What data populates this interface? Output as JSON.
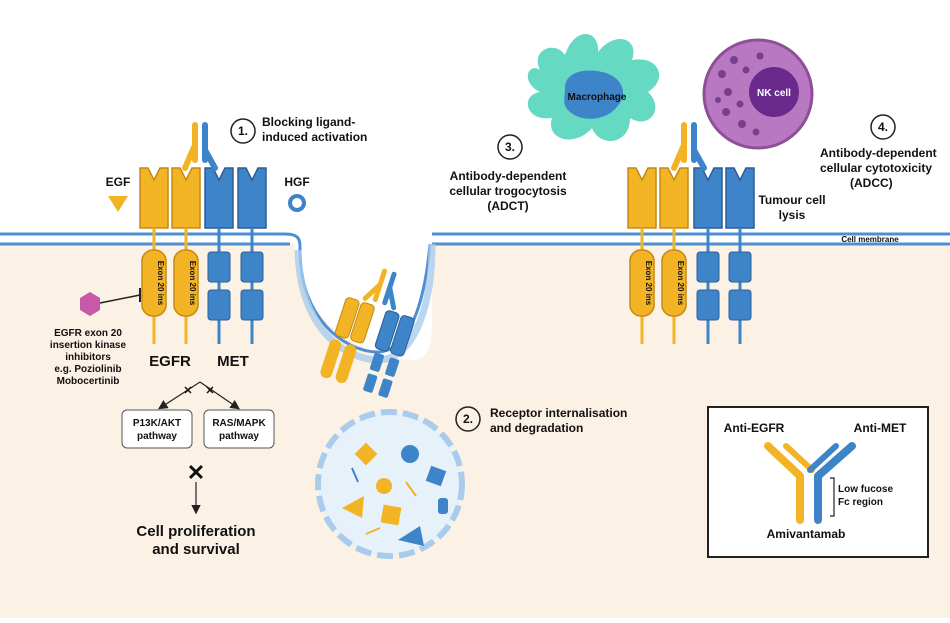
{
  "steps": {
    "s1": {
      "num": "1.",
      "line1": "Blocking ligand-",
      "line2": "induced activation"
    },
    "s2": {
      "num": "2.",
      "line1": "Receptor internalisation",
      "line2": "and degradation"
    },
    "s3": {
      "num": "3.",
      "line1": "Antibody-dependent",
      "line2": "cellular trogocytosis",
      "line3": "(ADCT)"
    },
    "s4": {
      "num": "4.",
      "line1": "Antibody-dependent",
      "line2": "cellular cytotoxicity",
      "line3": "(ADCC)"
    }
  },
  "ligands": {
    "egf": "EGF",
    "hgf": "HGF"
  },
  "membrane_label": "Cell membrane",
  "exon_label": "Exon 20 ins",
  "receptors": {
    "egfr": "EGFR",
    "met": "MET"
  },
  "inhibitor": {
    "line1": "EGFR exon 20",
    "line2": "insertion kinase",
    "line3": "inhibitors",
    "line4": "e.g. Poziolinib",
    "line5": "Mobocertinib"
  },
  "pathways": {
    "p1": {
      "line1": "P13K/AKT",
      "line2": "pathway"
    },
    "p2": {
      "line1": "RAS/MAPK",
      "line2": "pathway"
    }
  },
  "outcome": {
    "line1": "Cell proliferation",
    "line2": "and survival"
  },
  "cells": {
    "macrophage": "Macrophage",
    "nk": "NK cell"
  },
  "tumour": {
    "line1": "Tumour cell",
    "line2": "lysis"
  },
  "legend": {
    "anti_egfr": "Anti-EGFR",
    "anti_met": "Anti-MET",
    "fc_line1": "Low fucose",
    "fc_line2": "Fc region",
    "drug": "Amivantamab"
  },
  "colors": {
    "egfr": "#f2b325",
    "met": "#3e84c9",
    "membrane": "#4d8fd0",
    "cytoplasm": "#fcf1e5",
    "macrophage": "#66d9c2",
    "nk": "#b979c2",
    "inhibitor": "#c65aa8",
    "cross": "#e23b3b"
  }
}
